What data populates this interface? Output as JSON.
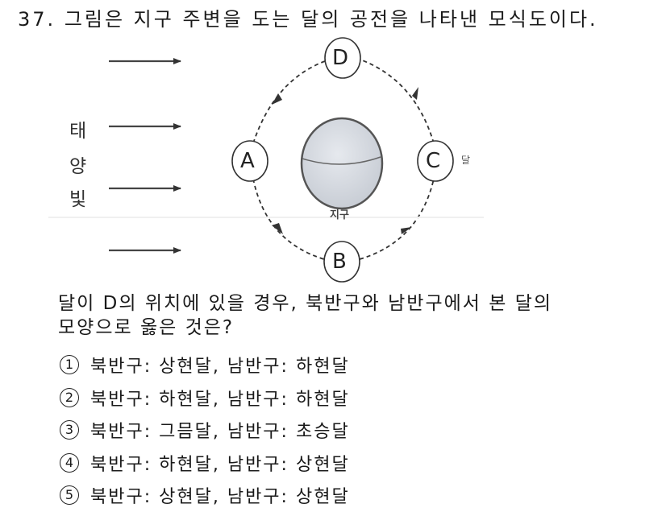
{
  "question": {
    "number": "37.",
    "title": "그림은 지구 주변을 도는 달의 공전을 나타낸 모식도이다.",
    "prompt_line1": "달이 D의 위치에 있을 경우, 북반구와 남반구에서 본 달의",
    "prompt_line2": "모양으로 옳은 것은?"
  },
  "diagram": {
    "sunlight_label": [
      "태",
      "양",
      "빛"
    ],
    "earth_label": "지구",
    "moon_label": "달",
    "positions": {
      "top": "D",
      "left": "A",
      "right": "C",
      "bottom": "B"
    },
    "orbit_direction": "counterclockwise",
    "earth_fill": "#d4d8de",
    "line_color": "#333333"
  },
  "options": [
    {
      "num": "1",
      "text": "북반구: 상현달, 남반구: 하현달"
    },
    {
      "num": "2",
      "text": "북반구: 하현달, 남반구: 하현달"
    },
    {
      "num": "3",
      "text": "북반구: 그믐달, 남반구: 초승달"
    },
    {
      "num": "4",
      "text": "북반구: 하현달, 남반구: 상현달"
    },
    {
      "num": "5",
      "text": "북반구: 상현달, 남반구: 상현달"
    }
  ]
}
